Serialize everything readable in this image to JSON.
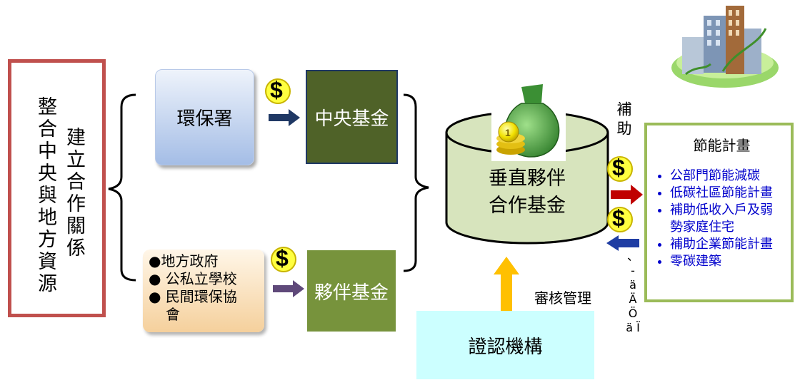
{
  "left_box": {
    "col1": "建立合作關係",
    "col2": "整合中央與地方資源"
  },
  "epa_box": "環保署",
  "central_fund": "中央基金",
  "local_box": {
    "items": [
      "●地方政府",
      "● 公私立學校",
      "● 民間環保協",
      "會"
    ]
  },
  "partner_fund": "夥伴基金",
  "barrel": {
    "line1": "垂直夥伴",
    "line2": "合作基金"
  },
  "certification": "證認機構",
  "audit_label": "審核管理",
  "subsidy_label": "補助",
  "side_glyphs": "、 - ä Ä Ö ä Ï",
  "program": {
    "title": "節能計畫",
    "items": [
      "公部門節能減碳",
      "低碳社區節能計畫",
      "補助低收入戶及弱勢家庭住宅",
      "補助企業節能計畫",
      "零碳建築"
    ]
  },
  "dollar_symbol": "$",
  "colors": {
    "red_frame": "#c0504d",
    "green_frame": "#9bbb59",
    "navy_box": "#4f6228",
    "olive_box": "#77933c",
    "cyan_box": "#ccffff",
    "gold": "#ffc000",
    "blue_text": "#0000cc"
  }
}
